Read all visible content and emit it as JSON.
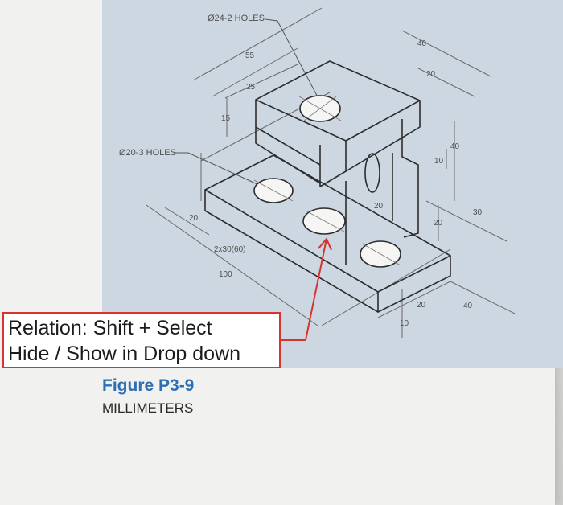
{
  "figure": {
    "title": "Figure P3-9",
    "units": "MILLIMETERS"
  },
  "callouts": {
    "upper_holes": "Ø24-2 HOLES",
    "lower_holes": "Ø20-3 HOLES"
  },
  "dimensions": {
    "d40_top": "40",
    "d20_top": "20",
    "d55": "55",
    "d25": "25",
    "d15": "15",
    "d40_right": "40",
    "d10_right": "10",
    "d20_mid": "20",
    "d20_right": "20",
    "d30": "30",
    "d20_left": "20",
    "spacing": "2x30(60)",
    "d100": "100",
    "d20_bottom": "20",
    "d10_bottom": "10",
    "d40_bottom": "40"
  },
  "annotation": {
    "line1": "Relation: Shift + Select",
    "line2": "Hide / Show in Drop down"
  }
}
